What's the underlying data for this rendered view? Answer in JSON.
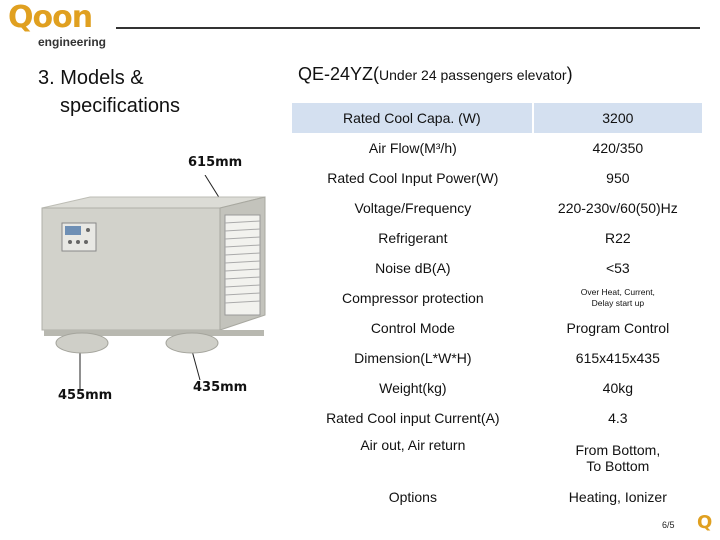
{
  "logo": {
    "brand": "Qoon",
    "tagline": "engineering"
  },
  "section": {
    "line1": "3. Models &",
    "line2": "specifications"
  },
  "model": {
    "title": "QE-24YZ(",
    "subtitle": "Under 24 passengers elevator",
    "close": ")"
  },
  "dimensions": {
    "height": "615mm",
    "width": "455mm",
    "depth": "435mm"
  },
  "specs": [
    {
      "label": "Rated Cool Capa. (W)",
      "value": "3200"
    },
    {
      "label": "Air Flow(M³/h)",
      "value": "420/350"
    },
    {
      "label": "Rated Cool Input Power(W)",
      "value": "950"
    },
    {
      "label": "Voltage/Frequency",
      "value": "220-230v/60(50)Hz"
    },
    {
      "label": "Refrigerant",
      "value": "R22"
    },
    {
      "label": "Noise dB(A)",
      "value": "<53"
    },
    {
      "label": "Compressor protection",
      "value_line1": "Over Heat, Current,",
      "value_line2": "Delay start up"
    },
    {
      "label": "Control Mode",
      "value": "Program Control"
    },
    {
      "label": "Dimension(L*W*H)",
      "value": "615x415x435"
    },
    {
      "label": "Weight(kg)",
      "value": "40kg"
    },
    {
      "label": "Rated Cool input Current(A)",
      "value": "4.3"
    },
    {
      "label": "Air out, Air return",
      "value_line1": "From Bottom,",
      "value_line2": "To Bottom"
    },
    {
      "label": "Options",
      "value": "Heating, Ionizer"
    }
  ],
  "footer": {
    "page": "6/5",
    "corner_logo": "Q"
  },
  "colors": {
    "brand": "#e0a020",
    "table_header": "#d4e0f0"
  }
}
